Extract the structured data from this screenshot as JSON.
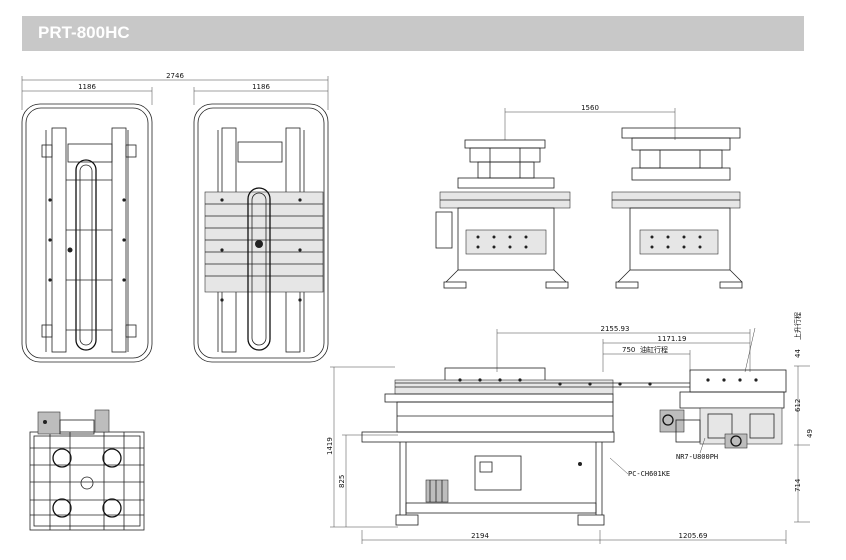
{
  "header": {
    "title": "PRT-800HC"
  },
  "top_views": {
    "overall_width": "2746",
    "left_width": "1186",
    "right_width": "1186"
  },
  "front_view": {
    "width": "1560"
  },
  "side_view": {
    "dim_stroke_total": "2155.93",
    "dim_1171": "1171.19",
    "dim_750": "750",
    "label_cylinder_stroke": "油缸行程",
    "label_lift_stroke": "上升行程",
    "dim_44": "44",
    "dim_612": "612",
    "dim_49": "49",
    "dim_714": "714",
    "dim_1419": "1419",
    "dim_825": "825",
    "dim_2194": "2194",
    "dim_1205": "1205.69",
    "part_pc": "PC-CH601KE",
    "part_nr7": "NR7-U800PH"
  }
}
